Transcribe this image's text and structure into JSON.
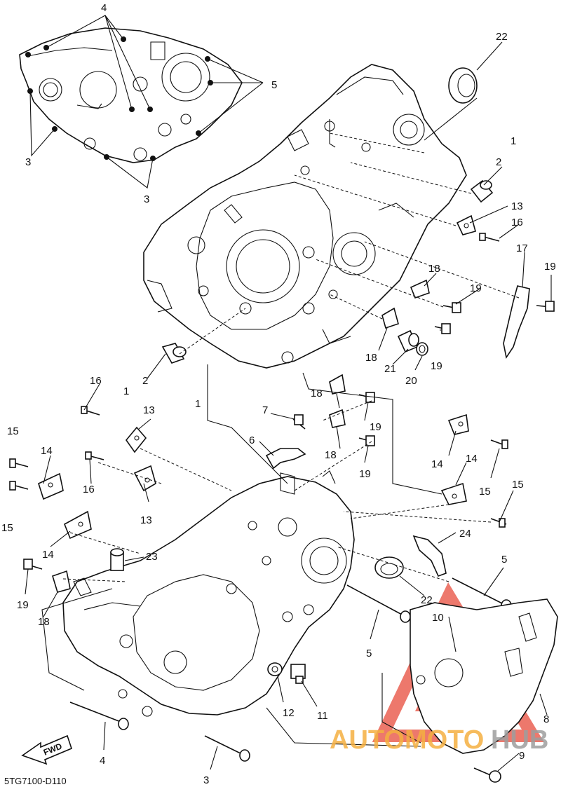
{
  "diagram_code": "5TG7100-D110",
  "fwd_label": "FWD",
  "watermark": {
    "brand_left": "AUTOMOTO",
    "brand_right": "HUB",
    "color_left": "#f5b041",
    "color_right": "#9e9e9e",
    "triangle_color": "#e74c3c"
  },
  "callouts": [
    {
      "id": "c4a",
      "text": "4"
    },
    {
      "id": "c5a",
      "text": "5"
    },
    {
      "id": "c3a",
      "text": "3"
    },
    {
      "id": "c3b",
      "text": "3"
    },
    {
      "id": "c22a",
      "text": "22"
    },
    {
      "id": "c1a",
      "text": "1"
    },
    {
      "id": "c2a",
      "text": "2"
    },
    {
      "id": "c13a",
      "text": "13"
    },
    {
      "id": "c16a",
      "text": "16"
    },
    {
      "id": "c17",
      "text": "17"
    },
    {
      "id": "c19a",
      "text": "19"
    },
    {
      "id": "c18a",
      "text": "18"
    },
    {
      "id": "c19b",
      "text": "19"
    },
    {
      "id": "c19c",
      "text": "19"
    },
    {
      "id": "c18b",
      "text": "18"
    },
    {
      "id": "c21",
      "text": "21"
    },
    {
      "id": "c20",
      "text": "20"
    },
    {
      "id": "c2b",
      "text": "2"
    },
    {
      "id": "c1b",
      "text": "1"
    },
    {
      "id": "c16b",
      "text": "16"
    },
    {
      "id": "c13b",
      "text": "13"
    },
    {
      "id": "c1c",
      "text": "1"
    },
    {
      "id": "c7",
      "text": "7"
    },
    {
      "id": "c18c",
      "text": "18"
    },
    {
      "id": "c19d",
      "text": "19"
    },
    {
      "id": "c6",
      "text": "6"
    },
    {
      "id": "c18d",
      "text": "18"
    },
    {
      "id": "c19e",
      "text": "19"
    },
    {
      "id": "c14a",
      "text": "14"
    },
    {
      "id": "c15a",
      "text": "15"
    },
    {
      "id": "c14b",
      "text": "14"
    },
    {
      "id": "c15b",
      "text": "15"
    },
    {
      "id": "c15c",
      "text": "15"
    },
    {
      "id": "c14c",
      "text": "14"
    },
    {
      "id": "c16c",
      "text": "16"
    },
    {
      "id": "c13c",
      "text": "13"
    },
    {
      "id": "c15d",
      "text": "15"
    },
    {
      "id": "c14d",
      "text": "14"
    },
    {
      "id": "c24",
      "text": "24"
    },
    {
      "id": "c5b",
      "text": "5"
    },
    {
      "id": "c23",
      "text": "23"
    },
    {
      "id": "c19f",
      "text": "19"
    },
    {
      "id": "c18e",
      "text": "18"
    },
    {
      "id": "c22b",
      "text": "22"
    },
    {
      "id": "c5c",
      "text": "5"
    },
    {
      "id": "c10",
      "text": "10"
    },
    {
      "id": "c8",
      "text": "8"
    },
    {
      "id": "c12",
      "text": "12"
    },
    {
      "id": "c11",
      "text": "11"
    },
    {
      "id": "c4b",
      "text": "4"
    },
    {
      "id": "c3c",
      "text": "3"
    },
    {
      "id": "c9",
      "text": "9"
    }
  ]
}
